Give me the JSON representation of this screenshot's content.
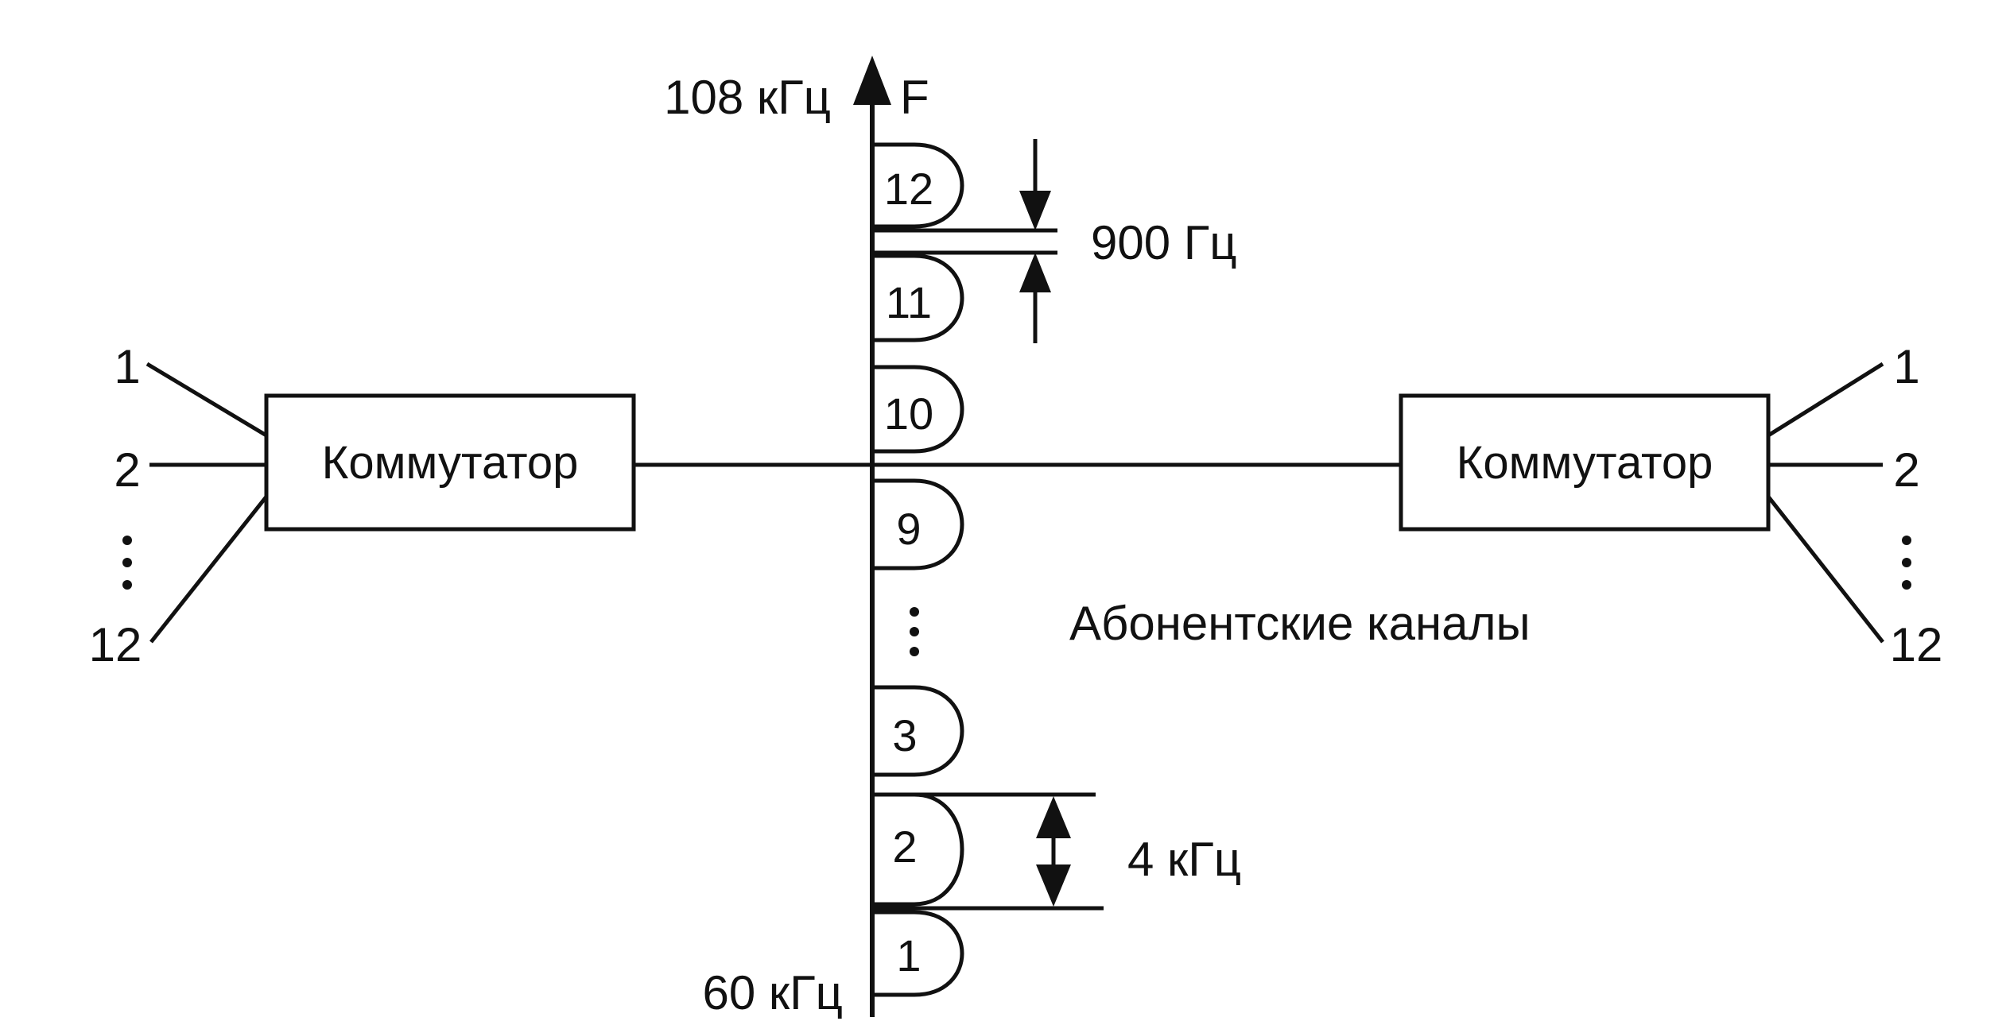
{
  "axis": {
    "top_label": "108 кГц",
    "bottom_label": "60 кГц",
    "arrow_label": "F"
  },
  "gap_label": "900 Гц",
  "band_label": "4 кГц",
  "channels_caption": "Абонентские каналы",
  "channels_upper": [
    "12",
    "11",
    "10",
    "9"
  ],
  "channels_lower": [
    "3",
    "2",
    "1"
  ],
  "left_switch": {
    "label": "Коммутатор",
    "inputs": [
      "1",
      "2",
      "12"
    ]
  },
  "right_switch": {
    "label": "Коммутатор",
    "inputs": [
      "1",
      "2",
      "12"
    ]
  },
  "colors": {
    "ink": "#111111",
    "background": "#ffffff"
  }
}
